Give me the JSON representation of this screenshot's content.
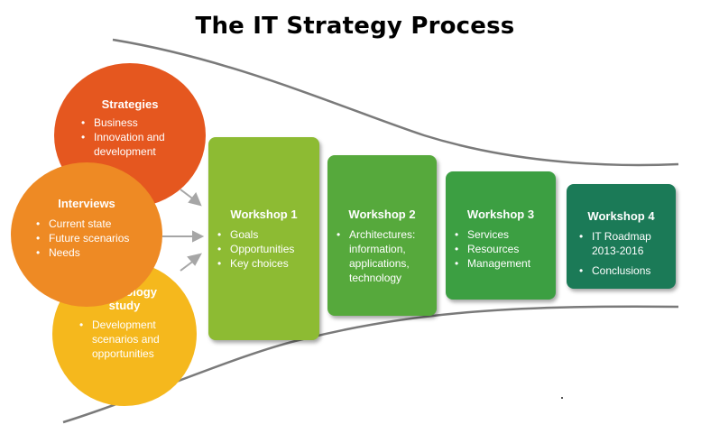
{
  "title": "The IT Strategy Process",
  "inputs": [
    {
      "title": "Strategies",
      "items": [
        "Business",
        "Innovation and development"
      ],
      "color": "#e5571f"
    },
    {
      "title": "Interviews",
      "items": [
        "Current state",
        "Future scenarios",
        "Needs"
      ],
      "color": "#ee8a24"
    },
    {
      "title": "Technology study",
      "items": [
        "Development scenarios and opportunities"
      ],
      "color": "#f5b81d"
    }
  ],
  "workshops": [
    {
      "title": "Workshop 1",
      "items": [
        "Goals",
        "Opportunities",
        "Key choices"
      ],
      "color": "#8dbb33"
    },
    {
      "title": "Workshop 2",
      "items": [
        "Architectures: information, applications, technology"
      ],
      "color": "#56a93c"
    },
    {
      "title": "Workshop 3",
      "items": [
        "Services",
        "Resources",
        "Management"
      ],
      "color": "#3c9f42"
    },
    {
      "title": "Workshop 4",
      "items": [
        "IT Roadmap 2013-2016",
        "Conclusions"
      ],
      "color": "#1b7a57"
    }
  ]
}
